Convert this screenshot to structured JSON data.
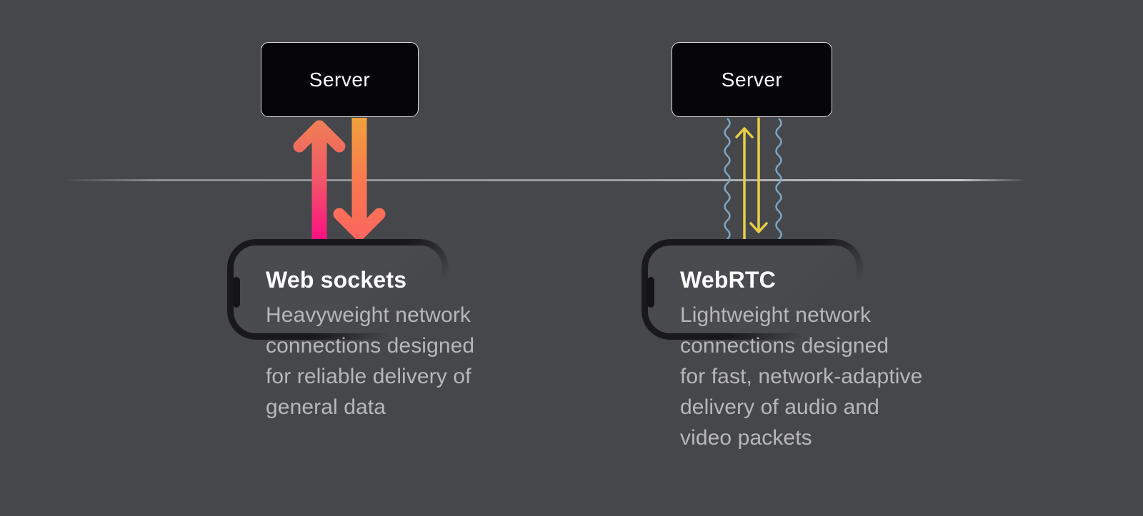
{
  "colors": {
    "background": "#46474b",
    "server_box_fill": "#060608",
    "server_box_border": "#d9d9dd",
    "server_text": "#fafafa",
    "phone_frame": "#19191b",
    "title_text": "#ffffff",
    "body_text": "#b7b7bb",
    "divider_line": "#9c9ca0",
    "websocket_up_top": "#ef8054",
    "websocket_up_mid": "#f25568",
    "websocket_up_bottom": "#fd0d83",
    "websocket_down_top": "#f2a33c",
    "websocket_down_mid": "#f8784f",
    "websocket_down_bottom": "#fb6660",
    "webrtc_arrow": "#e8cf45",
    "webrtc_wave": "#7ca6c2"
  },
  "panels": {
    "websockets": {
      "server_label": "Server",
      "title": "Web sockets",
      "description": "Heavyweight network\nconnections designed\nfor reliable delivery of\ngeneral data"
    },
    "webrtc": {
      "server_label": "Server",
      "title": "WebRTC",
      "description": "Lightweight network\nconnections designed\nfor fast, network-adaptive\ndelivery of audio and\nvideo packets"
    }
  }
}
